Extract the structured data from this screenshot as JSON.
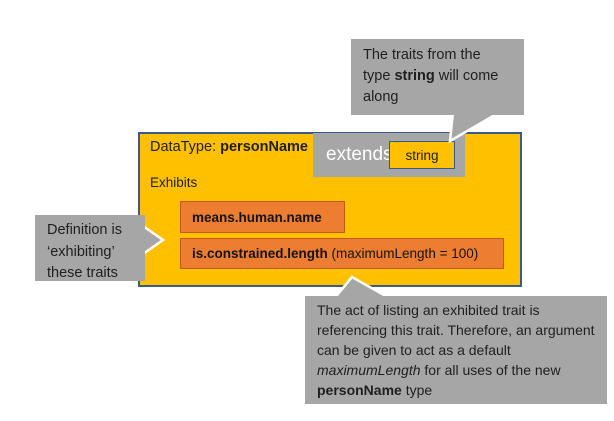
{
  "diagram": {
    "main_box": {
      "datatype_prefix": "DataType: ",
      "datatype_name": "personName",
      "extends_label": "extends",
      "base_type": "string",
      "exhibits_label": "Exhibits",
      "traits": [
        {
          "name": "means.human.name",
          "args": ""
        },
        {
          "name": "is.constrained.length",
          "args": " (maximumLength = 100)"
        }
      ]
    },
    "callouts": {
      "top": {
        "before": "The traits from the type ",
        "bold": "string",
        "after": " will come along"
      },
      "left": {
        "text": "Definition is ‘exhibiting’ these traits"
      },
      "bottom": {
        "before": "The act of listing an exhibited trait is referencing this trait. Therefore, an argument can be given to act as a default ",
        "italic": "maximumLength",
        "middle": " for all uses of the new ",
        "bold": "personName",
        "after": " type"
      }
    },
    "colors": {
      "amber": "#FFC000",
      "trait_orange": "#ED7D31",
      "trait_border": "#C55A11",
      "gray": "#A6A6A6",
      "navy_border": "#3A5A8F",
      "text": "#1F1F1F",
      "white": "#FFFFFF"
    }
  }
}
